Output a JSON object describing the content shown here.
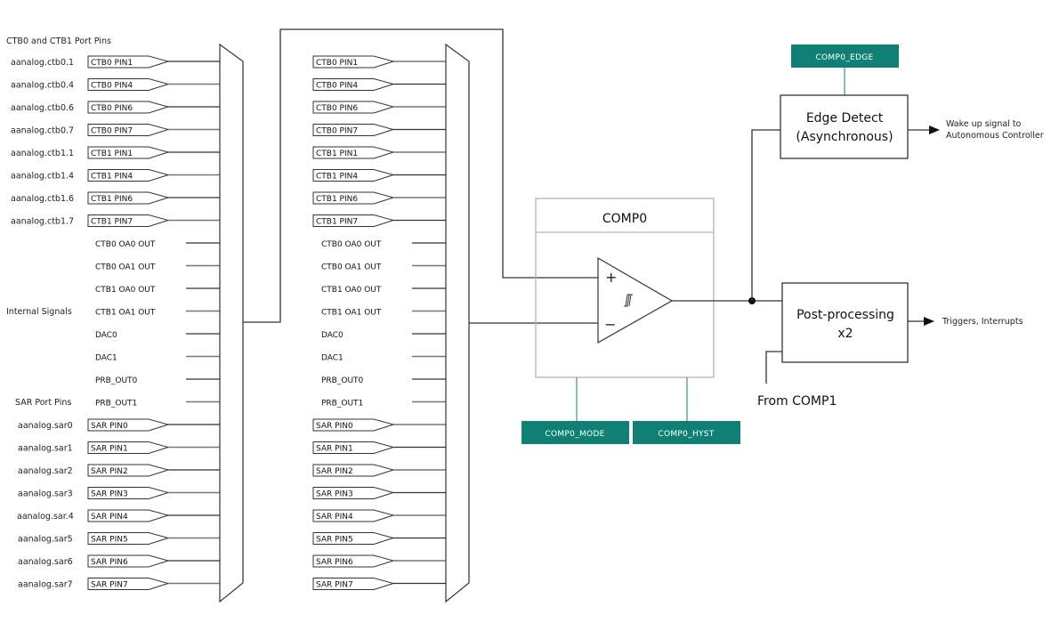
{
  "colors": {
    "register_fill": "#0f8073",
    "register_line": "#3f9e94",
    "line": "#333333",
    "comp_border": "#b4b4b4"
  },
  "groups": {
    "ctb_port_pins": "CTB0 and CTB1 Port Pins",
    "internal_signals": "Internal Signals",
    "sar_port_pins": "SAR Port Pins"
  },
  "left_mux": {
    "port_inputs": [
      {
        "port": "aanalog.ctb0.1",
        "pin": "CTB0 PIN1"
      },
      {
        "port": "aanalog.ctb0.4",
        "pin": "CTB0 PIN4"
      },
      {
        "port": "aanalog.ctb0.6",
        "pin": "CTB0 PIN6"
      },
      {
        "port": "aanalog.ctb0.7",
        "pin": "CTB0 PIN7"
      },
      {
        "port": "aanalog.ctb1.1",
        "pin": "CTB1 PIN1"
      },
      {
        "port": "aanalog.ctb1.4",
        "pin": "CTB1 PIN4"
      },
      {
        "port": "aanalog.ctb1.6",
        "pin": "CTB1 PIN6"
      },
      {
        "port": "aanalog.ctb1.7",
        "pin": "CTB1 PIN7"
      }
    ],
    "internal_inputs": [
      "CTB0 OA0 OUT",
      "CTB0 OA1 OUT",
      "CTB1 OA0 OUT",
      "CTB1 OA1 OUT",
      "DAC0",
      "DAC1",
      "PRB_OUT0",
      "PRB_OUT1"
    ],
    "sar_inputs": [
      {
        "port": "aanalog.sar0",
        "pin": "SAR PIN0"
      },
      {
        "port": "aanalog.sar1",
        "pin": "SAR PIN1"
      },
      {
        "port": "aanalog.sar2",
        "pin": "SAR PIN2"
      },
      {
        "port": "aanalog.sar3",
        "pin": "SAR PIN3"
      },
      {
        "port": "aanalog.sar.4",
        "pin": "SAR PIN4"
      },
      {
        "port": "aanalog.sar5",
        "pin": "SAR PIN5"
      },
      {
        "port": "aanalog.sar6",
        "pin": "SAR PIN6"
      },
      {
        "port": "aanalog.sar7",
        "pin": "SAR PIN7"
      }
    ]
  },
  "right_mux": {
    "port_inputs": [
      "CTB0 PIN1",
      "CTB0 PIN4",
      "CTB0 PIN6",
      "CTB0 PIN7",
      "CTB1 PIN1",
      "CTB1 PIN4",
      "CTB1 PIN6",
      "CTB1 PIN7"
    ],
    "internal_inputs": [
      "CTB0 OA0 OUT",
      "CTB0 OA1 OUT",
      "CTB1 OA0 OUT",
      "CTB1 OA1 OUT",
      "DAC0",
      "DAC1",
      "PRB_OUT0",
      "PRB_OUT1"
    ],
    "sar_inputs": [
      "SAR PIN0",
      "SAR PIN1",
      "SAR PIN2",
      "SAR PIN3",
      "SAR PIN4",
      "SAR PIN5",
      "SAR PIN6",
      "SAR PIN7"
    ]
  },
  "comparator": {
    "title": "COMP0",
    "plus": "+",
    "minus": "−",
    "hysteresis_symbol": "hysteresis-icon"
  },
  "registers": {
    "mode": "COMP0_MODE",
    "hyst": "COMP0_HYST",
    "edge": "COMP0_EDGE"
  },
  "edge_detect": {
    "line1": "Edge Detect",
    "line2": "(Asynchronous)"
  },
  "post_processing": {
    "line1": "Post-processing",
    "line2": "x2"
  },
  "outputs": {
    "wake_line1": "Wake up signal to",
    "wake_line2": "Autonomous Controller",
    "triggers": "Triggers, Interrupts",
    "from_comp1": "From COMP1"
  }
}
